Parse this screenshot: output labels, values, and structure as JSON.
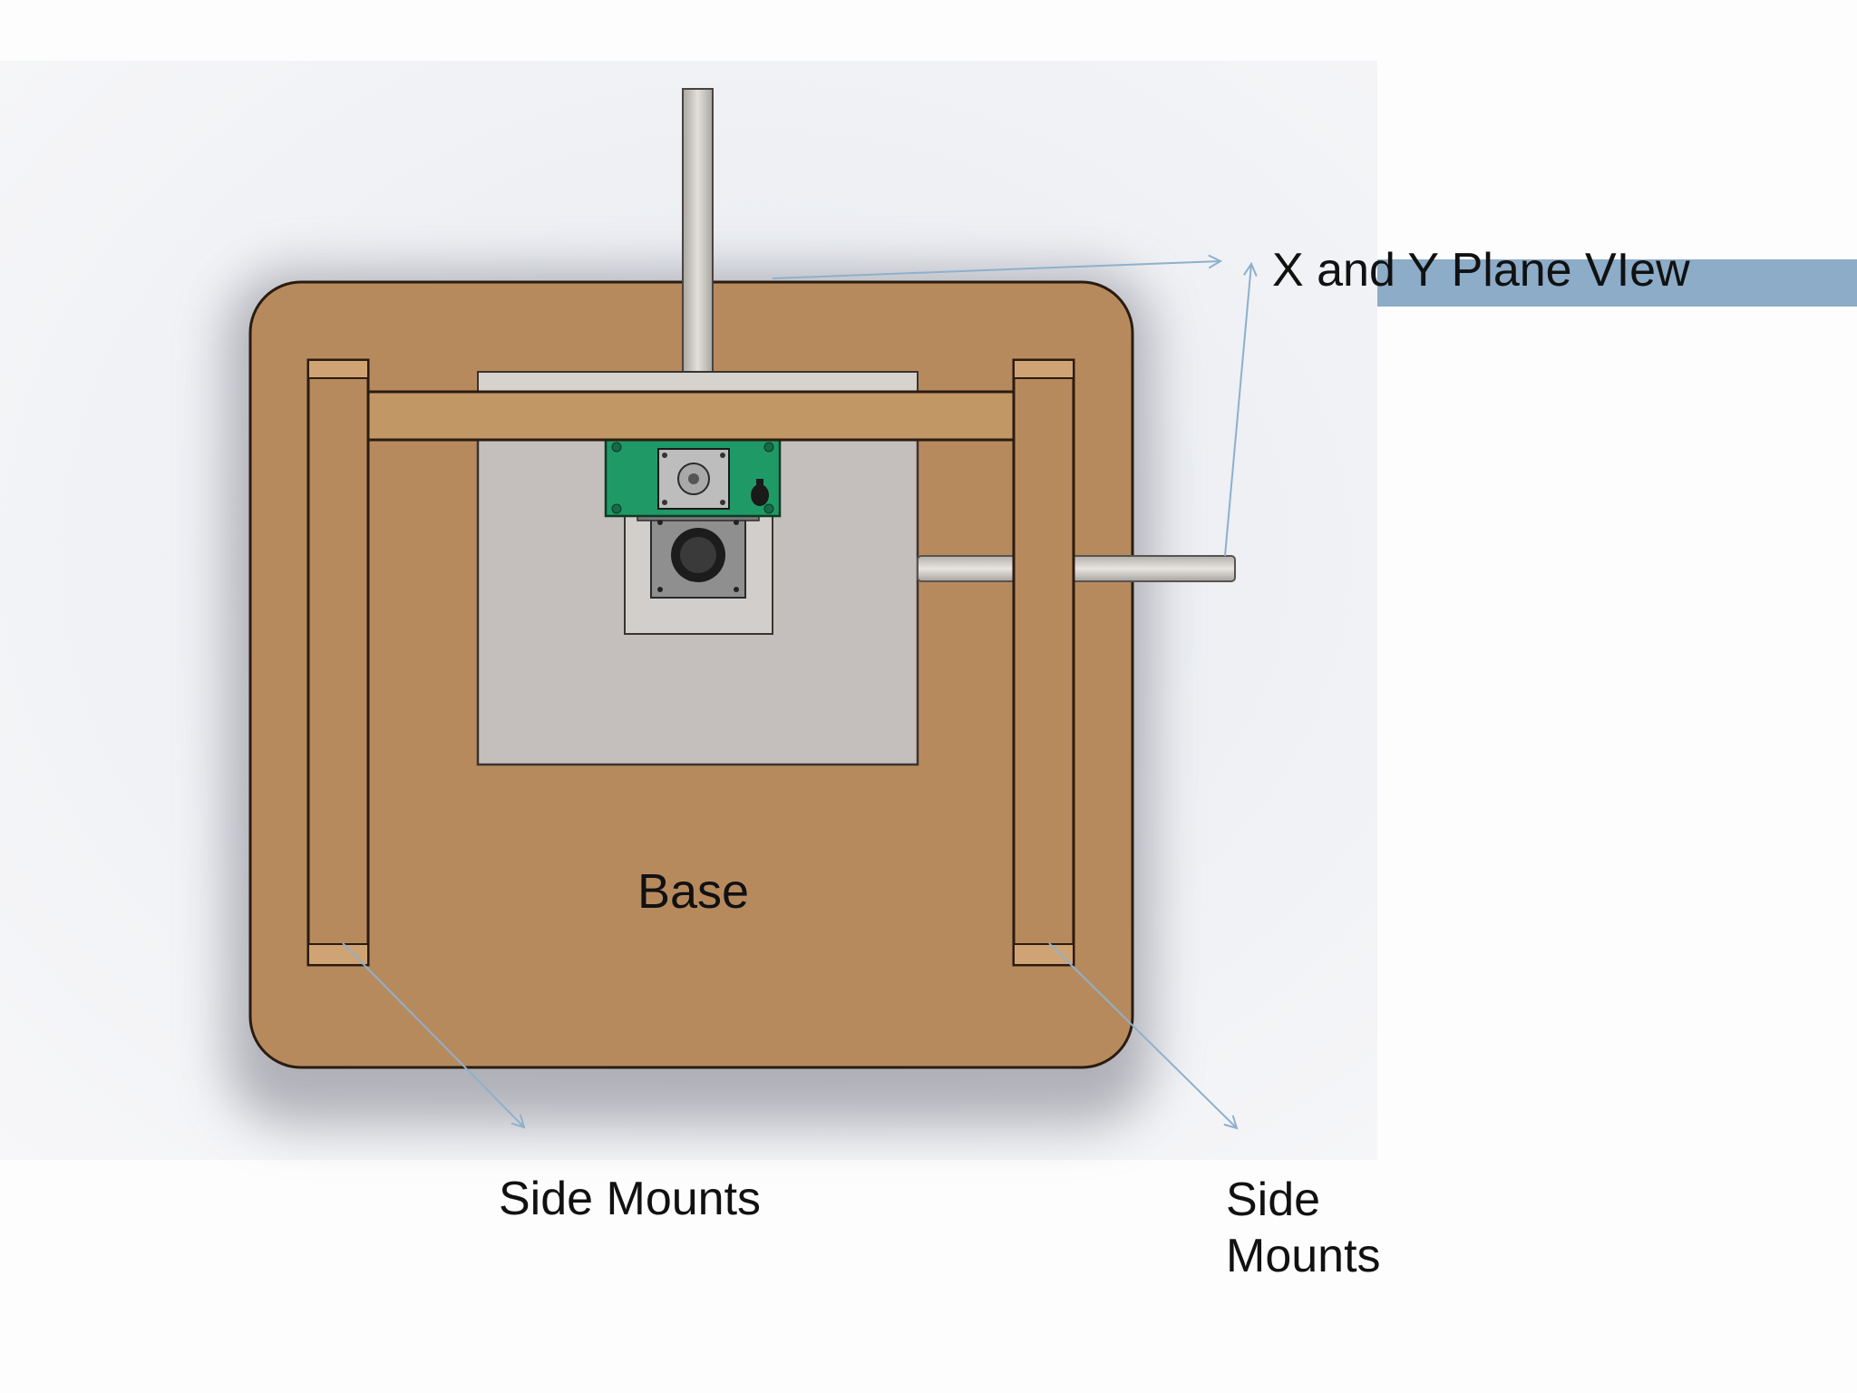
{
  "labels": {
    "plane_view": "X and Y Plane VIew",
    "base": "Base",
    "side_mounts_left": "Side Mounts",
    "side_mounts_right": "Side Mounts"
  },
  "colors": {
    "wood": "#b78a5e",
    "wood_light": "#c19766",
    "plate": "#c4bfbd",
    "motor_board": "#1f9a66",
    "motor_body": "#8f8f8f",
    "rod": "#d4d0cc",
    "leader_line": "#8eb0cc",
    "accent_bar": "#8cacc8",
    "outline": "#2a1c10"
  }
}
